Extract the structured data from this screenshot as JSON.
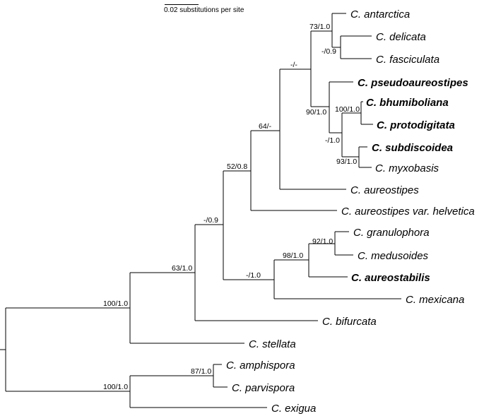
{
  "scale_bar": {
    "label": "0.02 substitutions per site"
  },
  "taxa": [
    {
      "id": "antarctica",
      "label": "C. antarctica",
      "bold": false
    },
    {
      "id": "delicata",
      "label": "C. delicata",
      "bold": false
    },
    {
      "id": "fasciculata",
      "label": "C. fasciculata",
      "bold": false
    },
    {
      "id": "pseudoaureostipes",
      "label": "C. pseudoaureostipes",
      "bold": true
    },
    {
      "id": "bhumiboliana",
      "label": "C. bhumiboliana",
      "bold": true
    },
    {
      "id": "protodigitata",
      "label": "C. protodigitata",
      "bold": true
    },
    {
      "id": "subdiscoidea",
      "label": "C. subdiscoidea",
      "bold": true
    },
    {
      "id": "myxobasis",
      "label": "C. myxobasis",
      "bold": false
    },
    {
      "id": "aureostipes",
      "label": "C. aureostipes",
      "bold": false
    },
    {
      "id": "helvetica",
      "label": "C. aureostipes var. helvetica",
      "bold": false
    },
    {
      "id": "granulophora",
      "label": "C. granulophora",
      "bold": false
    },
    {
      "id": "medusoides",
      "label": "C. medusoides",
      "bold": false
    },
    {
      "id": "aureostabilis",
      "label": "C. aureostabilis",
      "bold": true
    },
    {
      "id": "mexicana",
      "label": "C. mexicana",
      "bold": false
    },
    {
      "id": "bifurcata",
      "label": "C. bifurcata",
      "bold": false
    },
    {
      "id": "stellata",
      "label": "C. stellata",
      "bold": false
    },
    {
      "id": "amphispora",
      "label": "C. amphispora",
      "bold": false
    },
    {
      "id": "parvispora",
      "label": "C. parvispora",
      "bold": false
    },
    {
      "id": "exigua",
      "label": "C. exigua",
      "bold": false
    }
  ],
  "support_values": [
    {
      "id": "s_ant_del_fas",
      "label": "73/1.0"
    },
    {
      "id": "s_del_fas",
      "label": "-/0.9"
    },
    {
      "id": "s_upper",
      "label": "-/-"
    },
    {
      "id": "s_bhu_pro",
      "label": "100/1.0"
    },
    {
      "id": "s_pseudo_clade",
      "label": "90/1.0"
    },
    {
      "id": "s_bhu_sub",
      "label": "-/1.0"
    },
    {
      "id": "s_sub_myx",
      "label": "93/1.0"
    },
    {
      "id": "s_aureostipes",
      "label": "64/-"
    },
    {
      "id": "s_helvetica",
      "label": "52/0.8"
    },
    {
      "id": "s_big",
      "label": "-/0.9"
    },
    {
      "id": "s_gra_med",
      "label": "92/1.0"
    },
    {
      "id": "s_aureostabilis",
      "label": "98/1.0"
    },
    {
      "id": "s_mexicana",
      "label": "-/1.0"
    },
    {
      "id": "s_bifurcata",
      "label": "63/1.0"
    },
    {
      "id": "s_stellata",
      "label": "100/1.0"
    },
    {
      "id": "s_amp_par",
      "label": "87/1.0"
    },
    {
      "id": "s_exigua",
      "label": "100/1.0"
    }
  ]
}
